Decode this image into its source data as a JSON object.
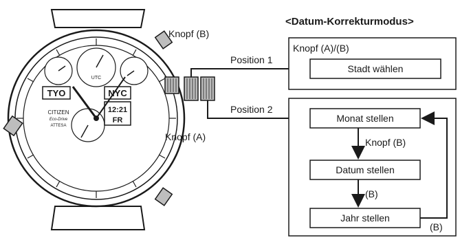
{
  "panel_title": "<Datum-Korrekturmodus>",
  "crown_labels": {
    "button_b": "Knopf (B)",
    "button_a": "Knopf (A)"
  },
  "positions": {
    "pos1": "Position 1",
    "pos2": "Position 2"
  },
  "box1": {
    "header": "Knopf (A)/(B)",
    "step": "Stadt wählen"
  },
  "box2": {
    "steps": [
      "Monat stellen",
      "Datum stellen",
      "Jahr stellen"
    ],
    "arrow_labels": [
      "Knopf (B)",
      "(B)",
      "(B)"
    ]
  },
  "watch": {
    "brand": "CITIZEN",
    "line": "Eco-Drive",
    "model": "ATTESA",
    "city_left": "TYO",
    "city_right": "NYC",
    "date_digits": "12:21",
    "day_text": "FR",
    "sub_label": "UTC"
  },
  "colors": {
    "ink": "#1a1a1a",
    "fill_light": "#ffffff",
    "crown_grey": "#bdbdbd"
  }
}
